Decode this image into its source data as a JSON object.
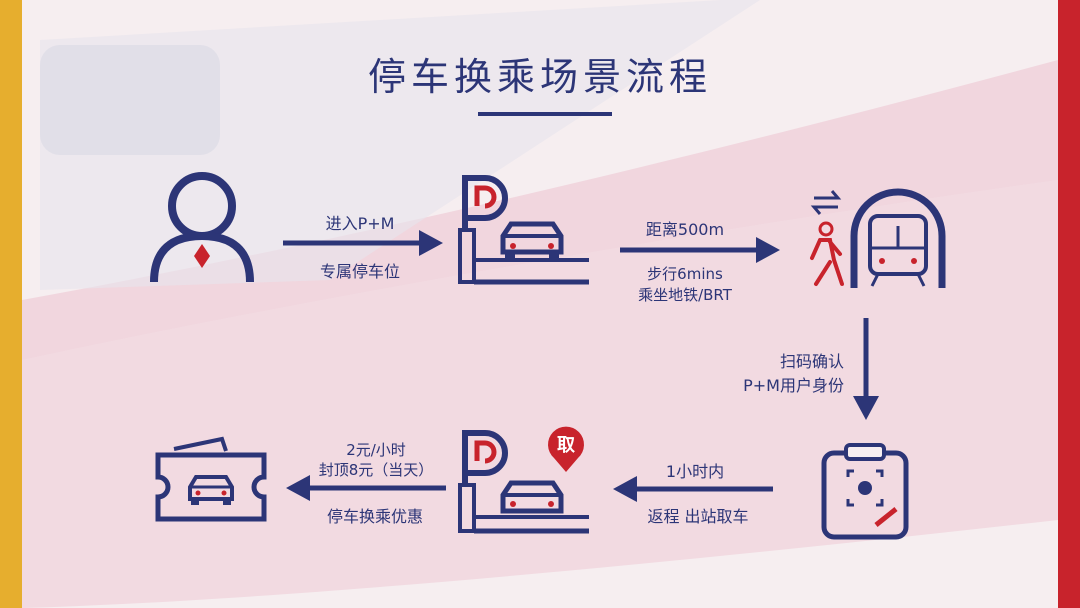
{
  "title": "停车换乘场景流程",
  "steps": {
    "enter_top": "进入P+M",
    "enter_bottom": "专属停车位",
    "distance_top": "距离500m",
    "walk": "步行6mins",
    "ride": "乘坐地铁/BRT",
    "scan_1": "扫码确认",
    "scan_2": "P+M用户身份",
    "within_hour": "1小时内",
    "return_pickup": "返程 出站取车",
    "price_1": "2元/小时",
    "price_2": "封顶8元（当天）",
    "discount": "停车换乘优惠"
  },
  "badge": {
    "pickup": "取"
  },
  "icons": [
    "user-icon",
    "parking-car-icon",
    "walk-icon",
    "transfer-icon",
    "metro-icon",
    "scan-icon",
    "parking-pickup-icon",
    "ticket-icon"
  ],
  "colors": {
    "navy": "#2c3577",
    "red": "#c8232c",
    "pink": "#e08aa0"
  }
}
